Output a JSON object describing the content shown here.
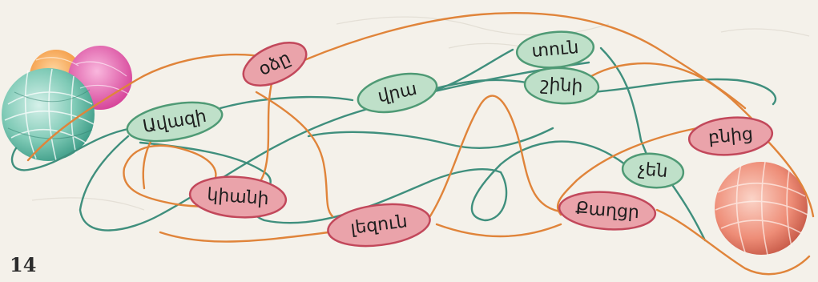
{
  "page_number": "14",
  "words": [
    {
      "id": "avagi",
      "text": "Ավազի",
      "color": "green"
    },
    {
      "id": "odz",
      "text": "օձը",
      "color": "pink"
    },
    {
      "id": "vra",
      "text": "վրա",
      "color": "green"
    },
    {
      "id": "tun",
      "text": "տուն",
      "color": "green"
    },
    {
      "id": "shini",
      "text": "շինի",
      "color": "green"
    },
    {
      "id": "kiani",
      "text": "կիանի",
      "color": "pink"
    },
    {
      "id": "lezun",
      "text": "լեզուն",
      "color": "pink"
    },
    {
      "id": "chen",
      "text": "չեն",
      "color": "green"
    },
    {
      "id": "bnits",
      "text": "բնից",
      "color": "pink"
    },
    {
      "id": "kaghtsr",
      "text": "Քաղցր",
      "color": "pink"
    }
  ],
  "colors": {
    "pink_fill": "#eaa3aa",
    "pink_stroke": "#c2485b",
    "green_fill": "#bfe0c9",
    "green_stroke": "#4f9a75",
    "orange_thread": "#e0843a",
    "green_thread": "#3f8f7d"
  }
}
